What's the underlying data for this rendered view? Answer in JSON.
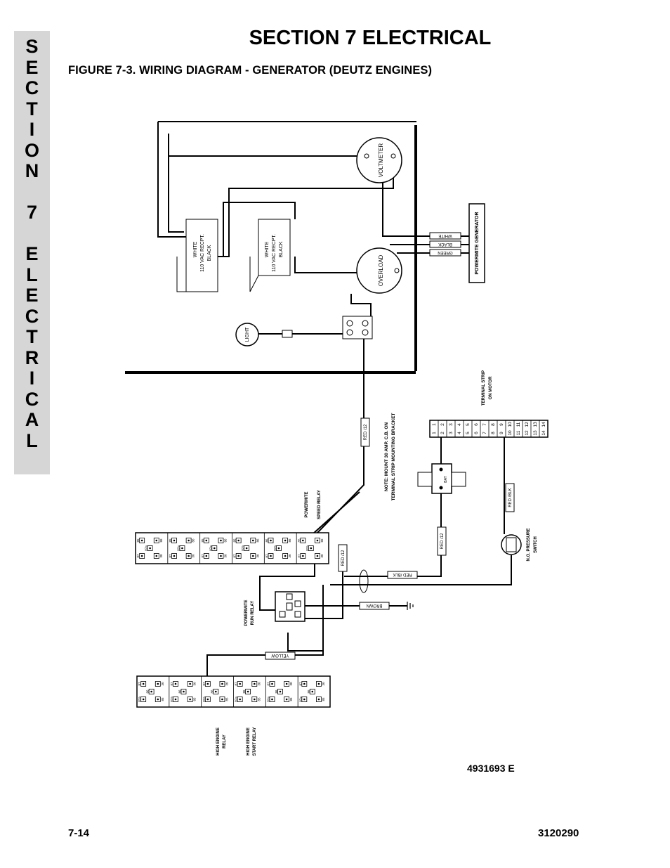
{
  "side_tab": {
    "letters": [
      "S",
      "E",
      "C",
      "T",
      "I",
      "O",
      "N",
      "",
      "7",
      "",
      "E",
      "L",
      "E",
      "C",
      "T",
      "R",
      "I",
      "C",
      "A",
      "L"
    ]
  },
  "header": {
    "section_title": "SECTION 7  ELECTRICAL",
    "figure_title": "FIGURE 7-3.    WIRING DIAGRAM - GENERATOR (DEUTZ ENGINES)"
  },
  "diagram": {
    "voltmeter": "VOLTMETER",
    "overload": "OVERLOAD",
    "light": "LIGHT",
    "receptacle": {
      "white": "WHITE",
      "vac": "110 VAC RECPT.",
      "black": "BLACK"
    },
    "generator_box": "POWERMITE GENERATOR",
    "gen_wires": [
      "WHITE",
      "BLACK",
      "GREEN"
    ],
    "terminal_strip_label": [
      "TERMINAL STRIP",
      "ON MOTOR"
    ],
    "terminal_numbers": [
      "1",
      "2",
      "3",
      "4",
      "5",
      "6",
      "7",
      "8",
      "9",
      "10",
      "11",
      "12",
      "13",
      "14"
    ],
    "note": [
      "NOTE: MOUNT 30 AMP. C.B. ON",
      "TERMINAL STRIP MOUNTING BRACKET"
    ],
    "breaker_label": "BAT",
    "wire_labels": {
      "red12_vertical": "RED /12",
      "red12_relay": "RED /12",
      "red12_breaker": "RED /12",
      "redblk_switch": "RED /BLK",
      "redblk_horizontal": "RED /BLK",
      "brown": "BROWN",
      "yellow": "YELLOW"
    },
    "speed_relay_label": [
      "POWERMITE",
      "SPEED RELAY"
    ],
    "run_relay_label": [
      "POWERMITE",
      "RUN RELAY"
    ],
    "pressure_switch_label": [
      "N.O. PRESSURE",
      "SWITCH"
    ],
    "high_engine_relay": [
      "HIGH ENGINE",
      "RELAY"
    ],
    "high_engine_start_relay": [
      "HIGH ENGINE",
      "START RELAY"
    ],
    "relay_pins": [
      "85",
      "86",
      "87",
      "30",
      "87a"
    ],
    "part_number": "4931693 E"
  },
  "footer": {
    "page": "7-14",
    "doc_number": "3120290"
  }
}
